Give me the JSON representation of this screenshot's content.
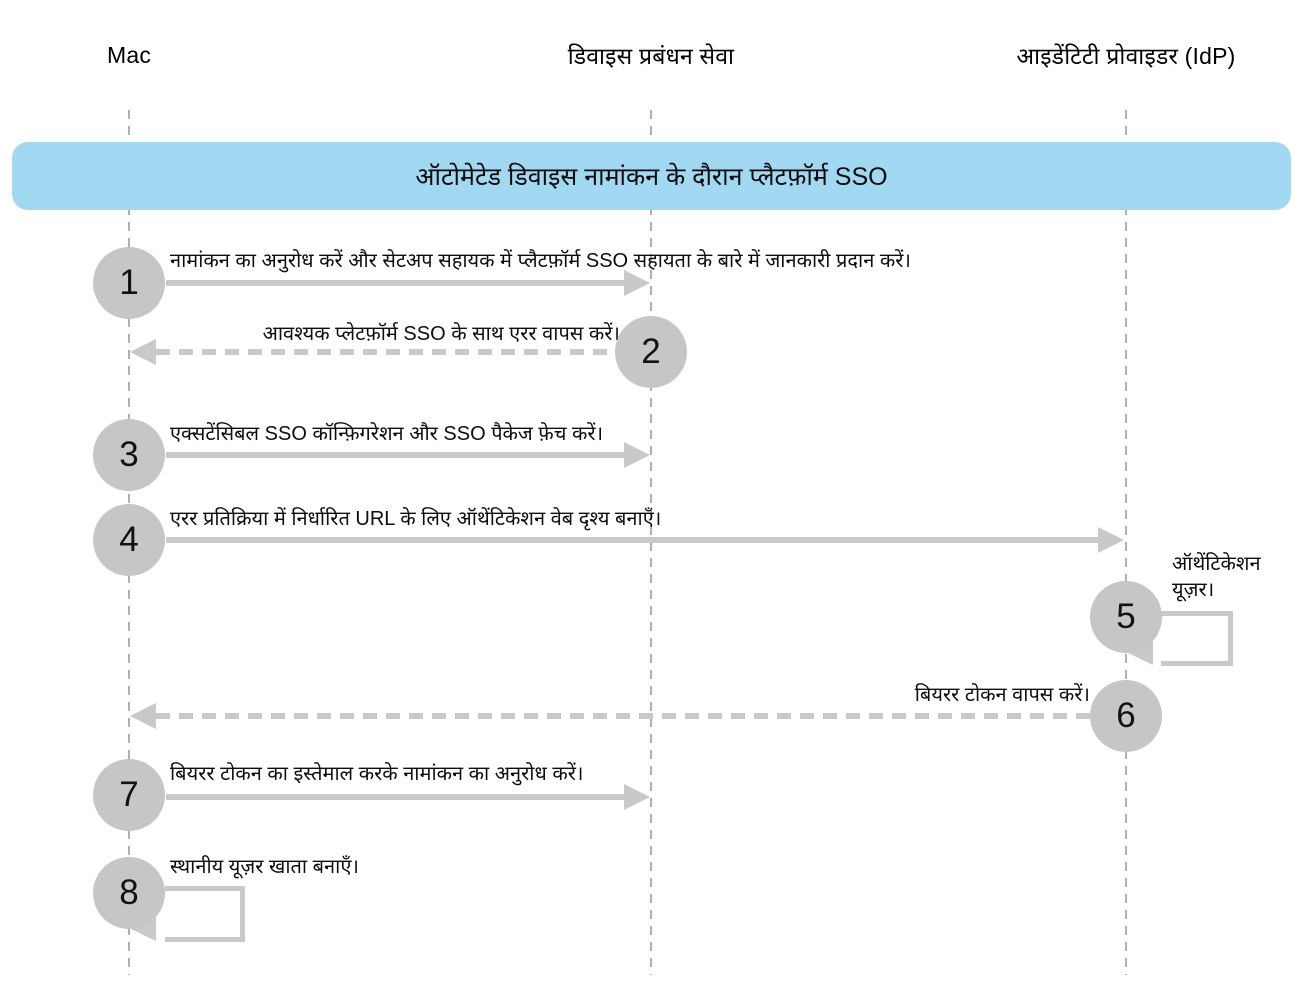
{
  "diagram": {
    "title": "ऑटोमेटेड डिवाइस नामांकन के दौरान प्लैटफ़ॉर्म SSO",
    "actors": [
      {
        "id": "mac",
        "label": "Mac"
      },
      {
        "id": "device-management-service",
        "label": "डिवाइस प्रबंधन सेवा"
      },
      {
        "id": "identity-provider",
        "label": "आइडेंटिटी प्रोवाइडर (IdP)"
      }
    ],
    "steps": [
      {
        "num": "1",
        "from": "mac",
        "to": "device-management-service",
        "style": "solid",
        "label": "नामांकन का अनुरोध करें और सेटअप सहायक में प्लैटफ़ॉर्म SSO सहायता के बारे में जानकारी प्रदान करें।"
      },
      {
        "num": "2",
        "from": "device-management-service",
        "to": "mac",
        "style": "dashed",
        "label": "आवश्यक प्लेटफ़ॉर्म SSO के साथ एरर वापस करें।"
      },
      {
        "num": "3",
        "from": "mac",
        "to": "device-management-service",
        "style": "solid",
        "label": "एक्सटेंसिबल SSO कॉन्फ़िगरेशन और SSO पैकेज फ़ेच करें।"
      },
      {
        "num": "4",
        "from": "mac",
        "to": "identity-provider",
        "style": "solid",
        "label": "एरर प्रतिक्रिया में निर्धारित URL के लिए ऑथेंटिकेशन वेब दृश्य बनाएँ।"
      },
      {
        "num": "5",
        "from": "identity-provider",
        "to": "identity-provider",
        "style": "self-loop",
        "label": "ऑथेंटिकेशन यूज़र।"
      },
      {
        "num": "6",
        "from": "identity-provider",
        "to": "mac",
        "style": "dashed",
        "label": "बियरर टोकन वापस करें।"
      },
      {
        "num": "7",
        "from": "mac",
        "to": "device-management-service",
        "style": "solid",
        "label": "बियरर टोकन का इस्तेमाल करके नामांकन का अनुरोध करें।"
      },
      {
        "num": "8",
        "from": "mac",
        "to": "mac",
        "style": "self-loop",
        "label": "स्थानीय यूज़र खाता बनाएँ।"
      }
    ],
    "colors": {
      "banner_background": "#a0d9f1",
      "step_circle": "#c6c6c6",
      "arrow": "#c9c9c9",
      "lifeline": "#b0b0b0",
      "text": "#000000"
    }
  }
}
